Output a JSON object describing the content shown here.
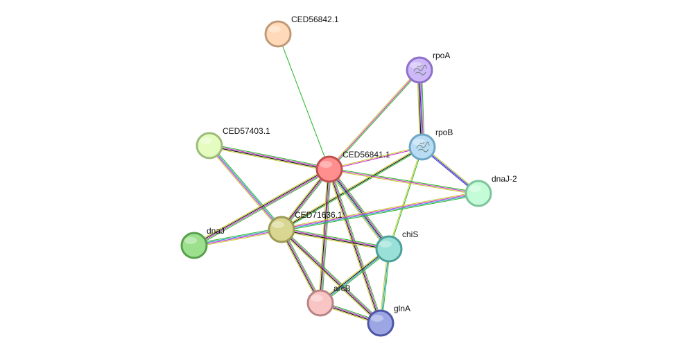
{
  "nodes": [
    {
      "id": "CED56842.1",
      "label": "CED56842.1",
      "fill": "#ffd9b8",
      "stroke": "#c09a78"
    },
    {
      "id": "rpoA",
      "label": "rpoA",
      "fill": "#cdb8f8",
      "stroke": "#8e70c8",
      "structure": true
    },
    {
      "id": "CED57403.1",
      "label": "CED57403.1",
      "fill": "#e4fcc0",
      "stroke": "#9cbc78"
    },
    {
      "id": "rpoB",
      "label": "rpoB",
      "fill": "#b8dcf4",
      "stroke": "#6ea6c6",
      "structure": true
    },
    {
      "id": "CED56841.1",
      "label": "CED56841.1",
      "fill": "#ff8e8e",
      "stroke": "#c05050"
    },
    {
      "id": "dnaJ-2",
      "label": "dnaJ-2",
      "fill": "#c4fcd8",
      "stroke": "#7cc49c"
    },
    {
      "id": "CED71636.1",
      "label": "CED71636.1",
      "fill": "#d8d690",
      "stroke": "#9c9a54"
    },
    {
      "id": "dnaJ",
      "label": "dnaJ",
      "fill": "#9ce08e",
      "stroke": "#58a04c"
    },
    {
      "id": "chiS",
      "label": "chiS",
      "fill": "#98e0d8",
      "stroke": "#4ca09a"
    },
    {
      "id": "arcB",
      "label": "arcB",
      "fill": "#f8c4c4",
      "stroke": "#b88484"
    },
    {
      "id": "glnA",
      "label": "glnA",
      "fill": "#9ca6e4",
      "stroke": "#4c56a4"
    }
  ],
  "edges": [
    {
      "source": "CED56842.1",
      "target": "CED56841.1",
      "evidence": [
        "#33bb33"
      ]
    },
    {
      "source": "rpoA",
      "target": "CED56841.1",
      "evidence": [
        "#33bb33",
        "#cc33cc",
        "#cccc33"
      ]
    },
    {
      "source": "rpoA",
      "target": "rpoB",
      "evidence": [
        "#33bb33",
        "#cc33cc",
        "#3333cc",
        "#111111",
        "#cccc33"
      ]
    },
    {
      "source": "rpoB",
      "target": "CED56841.1",
      "evidence": [
        "#cc33cc",
        "#cccc33"
      ]
    },
    {
      "source": "rpoB",
      "target": "dnaJ-2",
      "evidence": [
        "#cccc33",
        "#3333cc",
        "#3333cc"
      ]
    },
    {
      "source": "rpoB",
      "target": "CED71636.1",
      "evidence": [
        "#33bb33",
        "#111111",
        "#cccc33"
      ]
    },
    {
      "source": "rpoB",
      "target": "chiS",
      "evidence": [
        "#33bb33",
        "#cccc33"
      ]
    },
    {
      "source": "CED57403.1",
      "target": "CED56841.1",
      "evidence": [
        "#33bb33",
        "#cc33cc",
        "#111111",
        "#cccc33"
      ]
    },
    {
      "source": "CED57403.1",
      "target": "CED71636.1",
      "evidence": [
        "#33bb33",
        "#3399cc",
        "#cc33cc",
        "#cccc33"
      ]
    },
    {
      "source": "CED56841.1",
      "target": "dnaJ-2",
      "evidence": [
        "#33bb33",
        "#cc33cc",
        "#cccc33"
      ]
    },
    {
      "source": "CED56841.1",
      "target": "dnaJ",
      "evidence": [
        "#33bb33",
        "#cc33cc",
        "#111111",
        "#cccc33"
      ]
    },
    {
      "source": "CED56841.1",
      "target": "CED71636.1",
      "evidence": [
        "#33bb33",
        "#cc33cc",
        "#111111",
        "#cccc33"
      ]
    },
    {
      "source": "CED56841.1",
      "target": "chiS",
      "evidence": [
        "#33bb33",
        "#cc33cc",
        "#111111",
        "#3399cc",
        "#cccc33"
      ]
    },
    {
      "source": "CED56841.1",
      "target": "arcB",
      "evidence": [
        "#33bb33",
        "#cc33cc",
        "#111111",
        "#cccc33"
      ]
    },
    {
      "source": "CED56841.1",
      "target": "glnA",
      "evidence": [
        "#33bb33",
        "#cc33cc",
        "#111111",
        "#cccc33"
      ]
    },
    {
      "source": "dnaJ-2",
      "target": "CED71636.1",
      "evidence": [
        "#33bb33",
        "#3399cc",
        "#cc33cc",
        "#cccc33"
      ]
    },
    {
      "source": "dnaJ",
      "target": "CED71636.1",
      "evidence": [
        "#33bb33",
        "#3399cc",
        "#cc33cc",
        "#cccc33"
      ]
    },
    {
      "source": "CED71636.1",
      "target": "chiS",
      "evidence": [
        "#33bb33",
        "#cc33cc",
        "#111111",
        "#cccc33"
      ]
    },
    {
      "source": "CED71636.1",
      "target": "arcB",
      "evidence": [
        "#33bb33",
        "#cc33cc",
        "#111111",
        "#cccc33"
      ]
    },
    {
      "source": "CED71636.1",
      "target": "glnA",
      "evidence": [
        "#33bb33",
        "#cc33cc",
        "#111111",
        "#cccc33"
      ]
    },
    {
      "source": "chiS",
      "target": "arcB",
      "evidence": [
        "#33bb33",
        "#3399cc",
        "#111111",
        "#cccc33"
      ]
    },
    {
      "source": "chiS",
      "target": "glnA",
      "evidence": [
        "#33bb33",
        "#3399cc",
        "#cccc33"
      ]
    },
    {
      "source": "arcB",
      "target": "glnA",
      "evidence": [
        "#33bb33",
        "#cc33cc",
        "#111111",
        "#cccc33"
      ]
    }
  ]
}
